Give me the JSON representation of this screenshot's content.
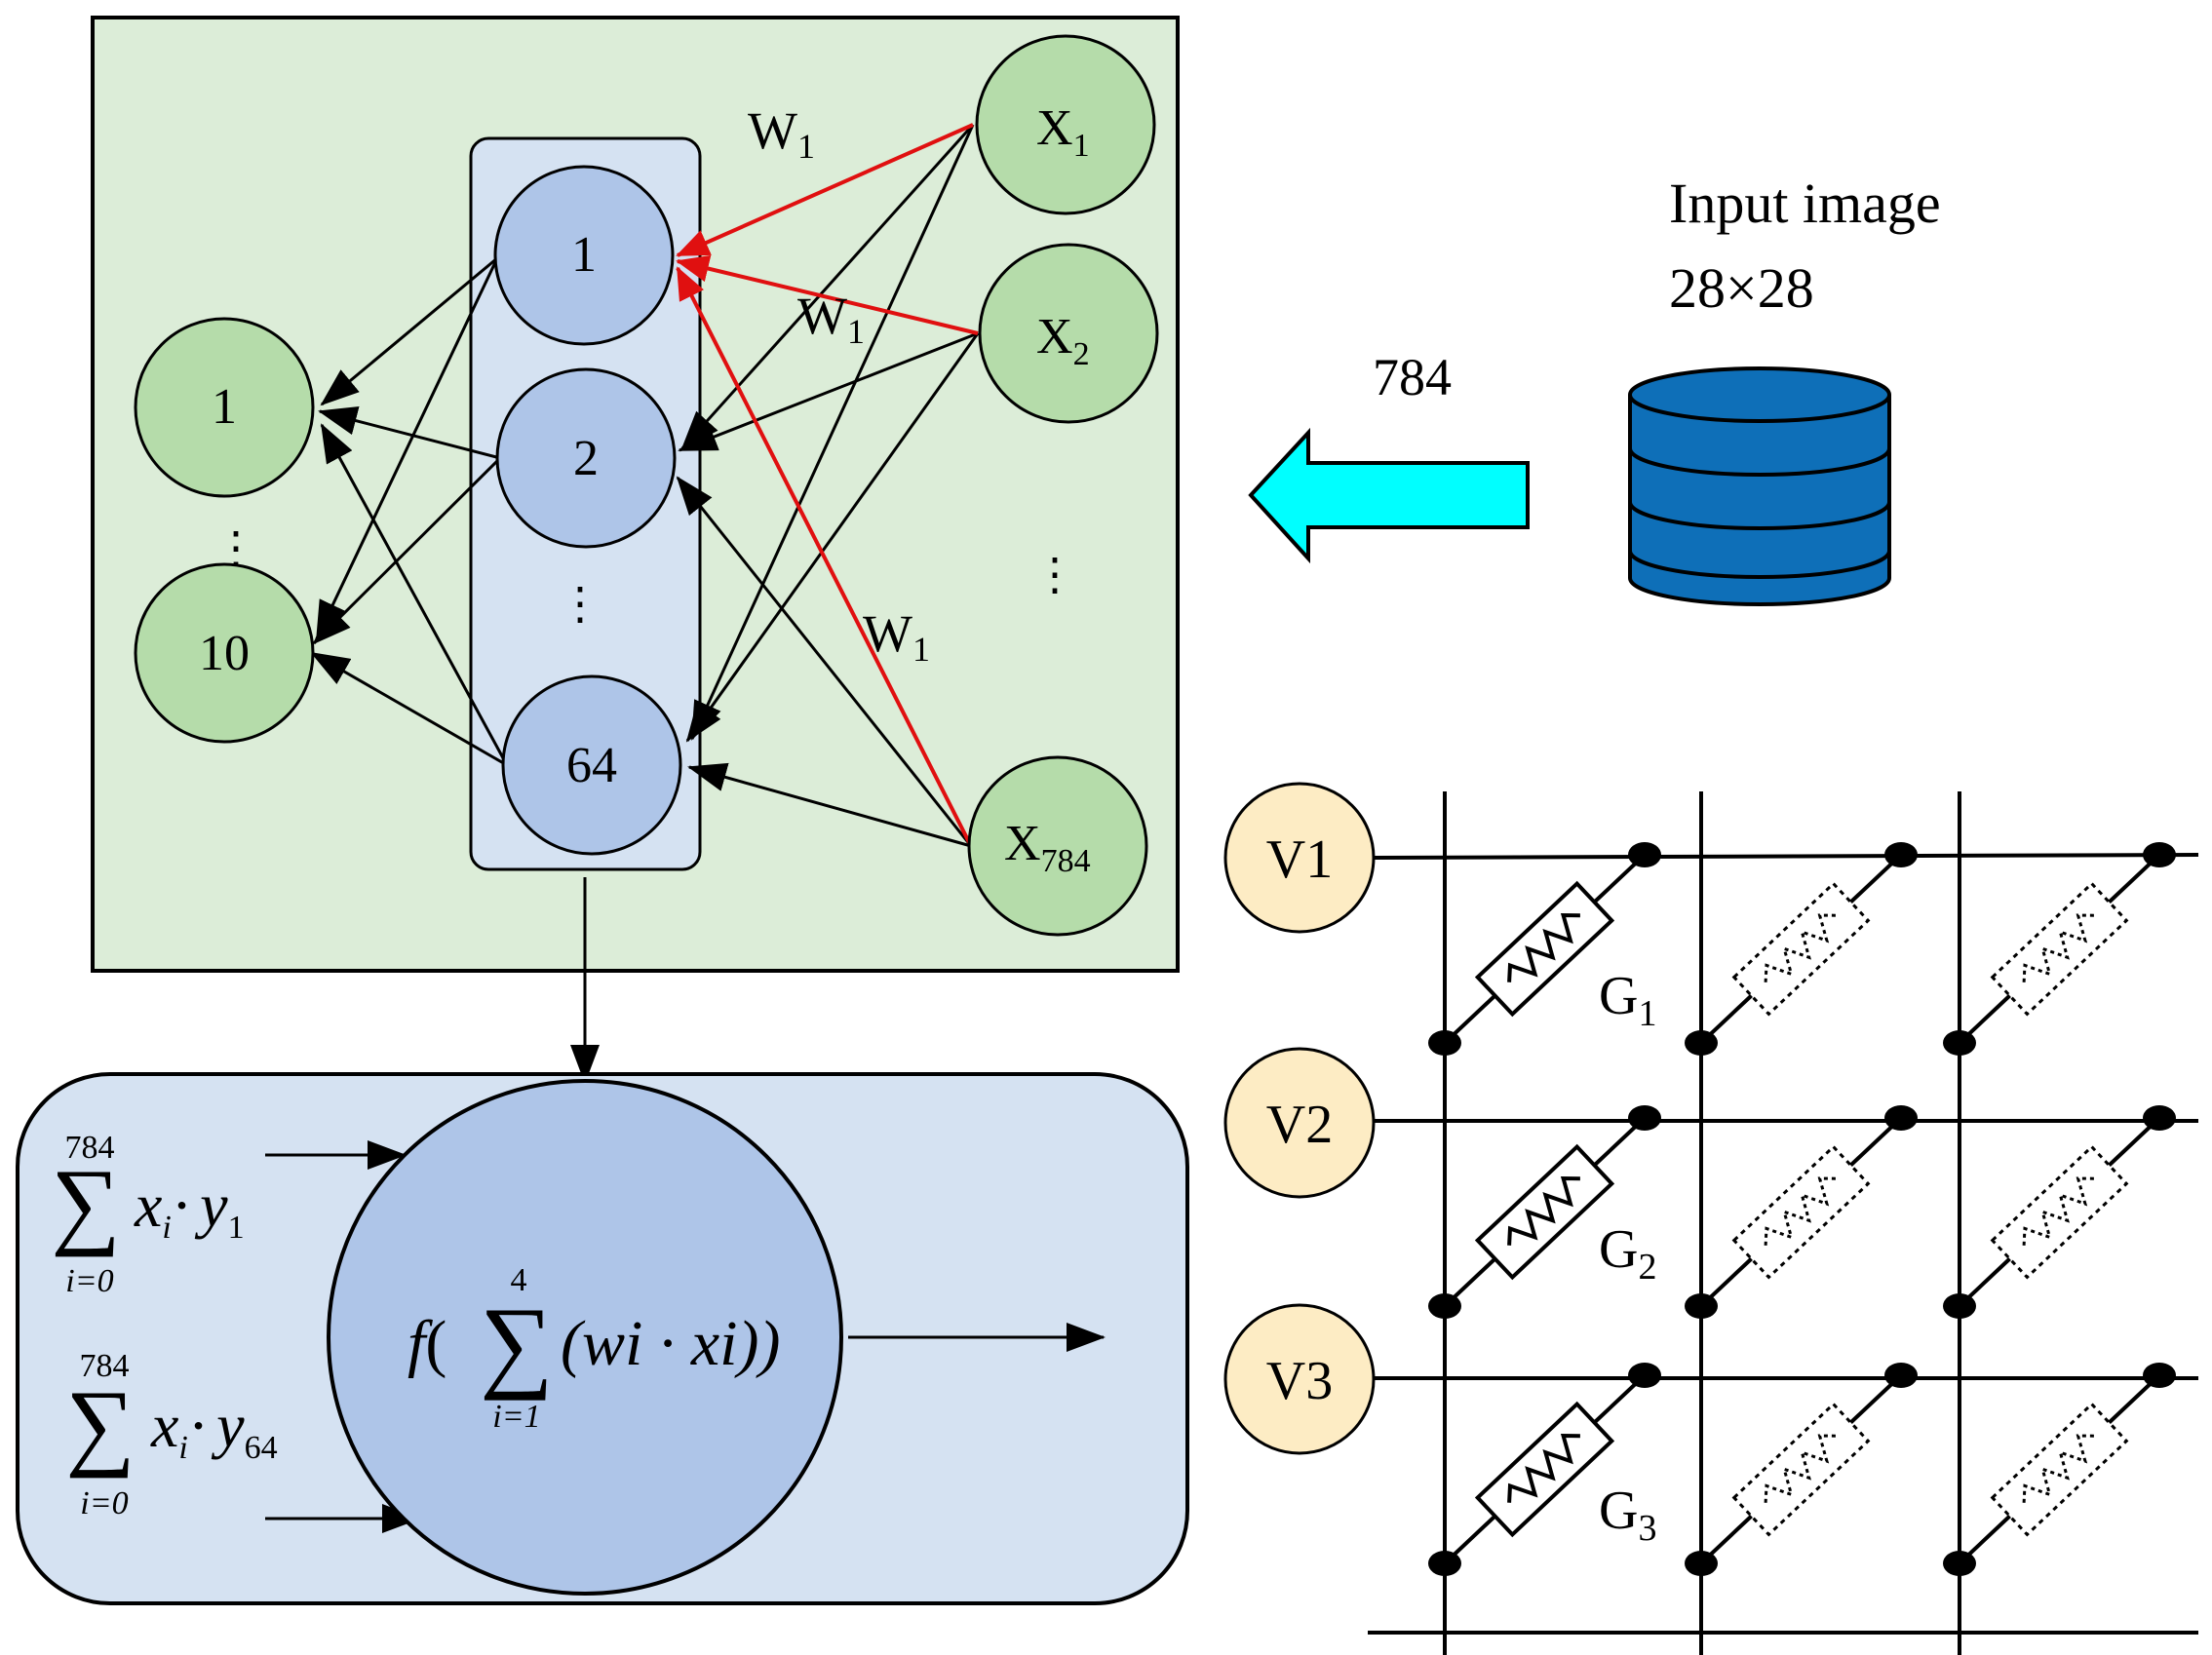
{
  "colors": {
    "panel_green": "#dcedd8",
    "node_green": "#b5dcaa",
    "panel_blue": "#d5e2f2",
    "node_blue": "#aec5e8",
    "node_cream": "#fdecc4",
    "db_blue": "#0e6fb8",
    "arrow_cyan": "#00ffff",
    "red": "#e01010"
  },
  "network": {
    "output_nodes": [
      "1",
      "10"
    ],
    "hidden_nodes": [
      "1",
      "2",
      "64"
    ],
    "input_nodes": [
      {
        "base": "X",
        "sub": "1"
      },
      {
        "base": "X",
        "sub": "2"
      },
      {
        "base": "X",
        "sub": "784"
      }
    ],
    "weight_label": {
      "base": "W",
      "sub": "1"
    },
    "ellipsis": "⋮"
  },
  "input": {
    "title": "Input image",
    "size": "28×28",
    "count": "784"
  },
  "neuron": {
    "sum_top": {
      "upper": "784",
      "lower": "i=0",
      "x": "x",
      "xi": "i",
      "dot": "·",
      "y": "y",
      "ysub": "1"
    },
    "sum_bottom": {
      "upper": "784",
      "lower": "i=0",
      "x": "x",
      "xi": "i",
      "dot": "·",
      "y": "y",
      "ysub": "64"
    },
    "formula": {
      "f": "f",
      "open": "(",
      "upper": "4",
      "lower": "i=1",
      "body": "(wi · xi))"
    }
  },
  "crossbar": {
    "voltages": [
      "V1",
      "V2",
      "V3"
    ],
    "conductances": [
      {
        "base": "G",
        "sub": "1"
      },
      {
        "base": "G",
        "sub": "2"
      },
      {
        "base": "G",
        "sub": "3"
      }
    ]
  }
}
